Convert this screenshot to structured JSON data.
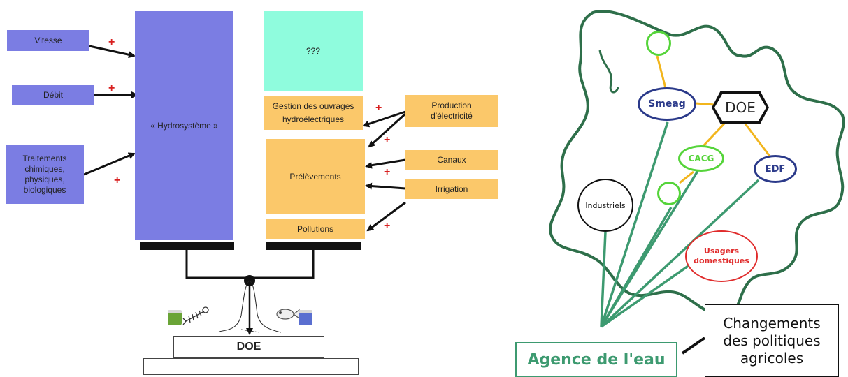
{
  "left": {
    "inputs": [
      "Vitesse",
      "Débit",
      "Traitements chimiques, physiques, biologiques"
    ],
    "hydrosysteme": "« Hydrosystème »",
    "unknown": "???",
    "uses": [
      "Gestion des ouvrages hydroélectriques",
      "Prélèvements",
      "Pollutions"
    ],
    "sources": [
      "Production d'électricité",
      "Canaux",
      "Irrigation"
    ],
    "plus": "+",
    "doe": "DOE"
  },
  "right": {
    "doe": "DOE",
    "smeag": "Smeag",
    "cacg": "CACG",
    "edf": "EDF",
    "industriels": "Industriels",
    "usagers": "Usagers domestiques",
    "agence": "Agence de l'eau",
    "changements": "Changements des politiques agricoles"
  },
  "colors": {
    "blue_box": "#7b7de3",
    "orange_box": "#fbc86a",
    "cyan_box": "#8ffcdd",
    "plus_red": "#d81f1f",
    "map_outline": "#2e6f4a",
    "link_green": "#3d9a70",
    "link_yellow": "#f2b51c",
    "navy": "#2b3a8a",
    "bright_green": "#55d43a",
    "red": "#e02b2b"
  }
}
